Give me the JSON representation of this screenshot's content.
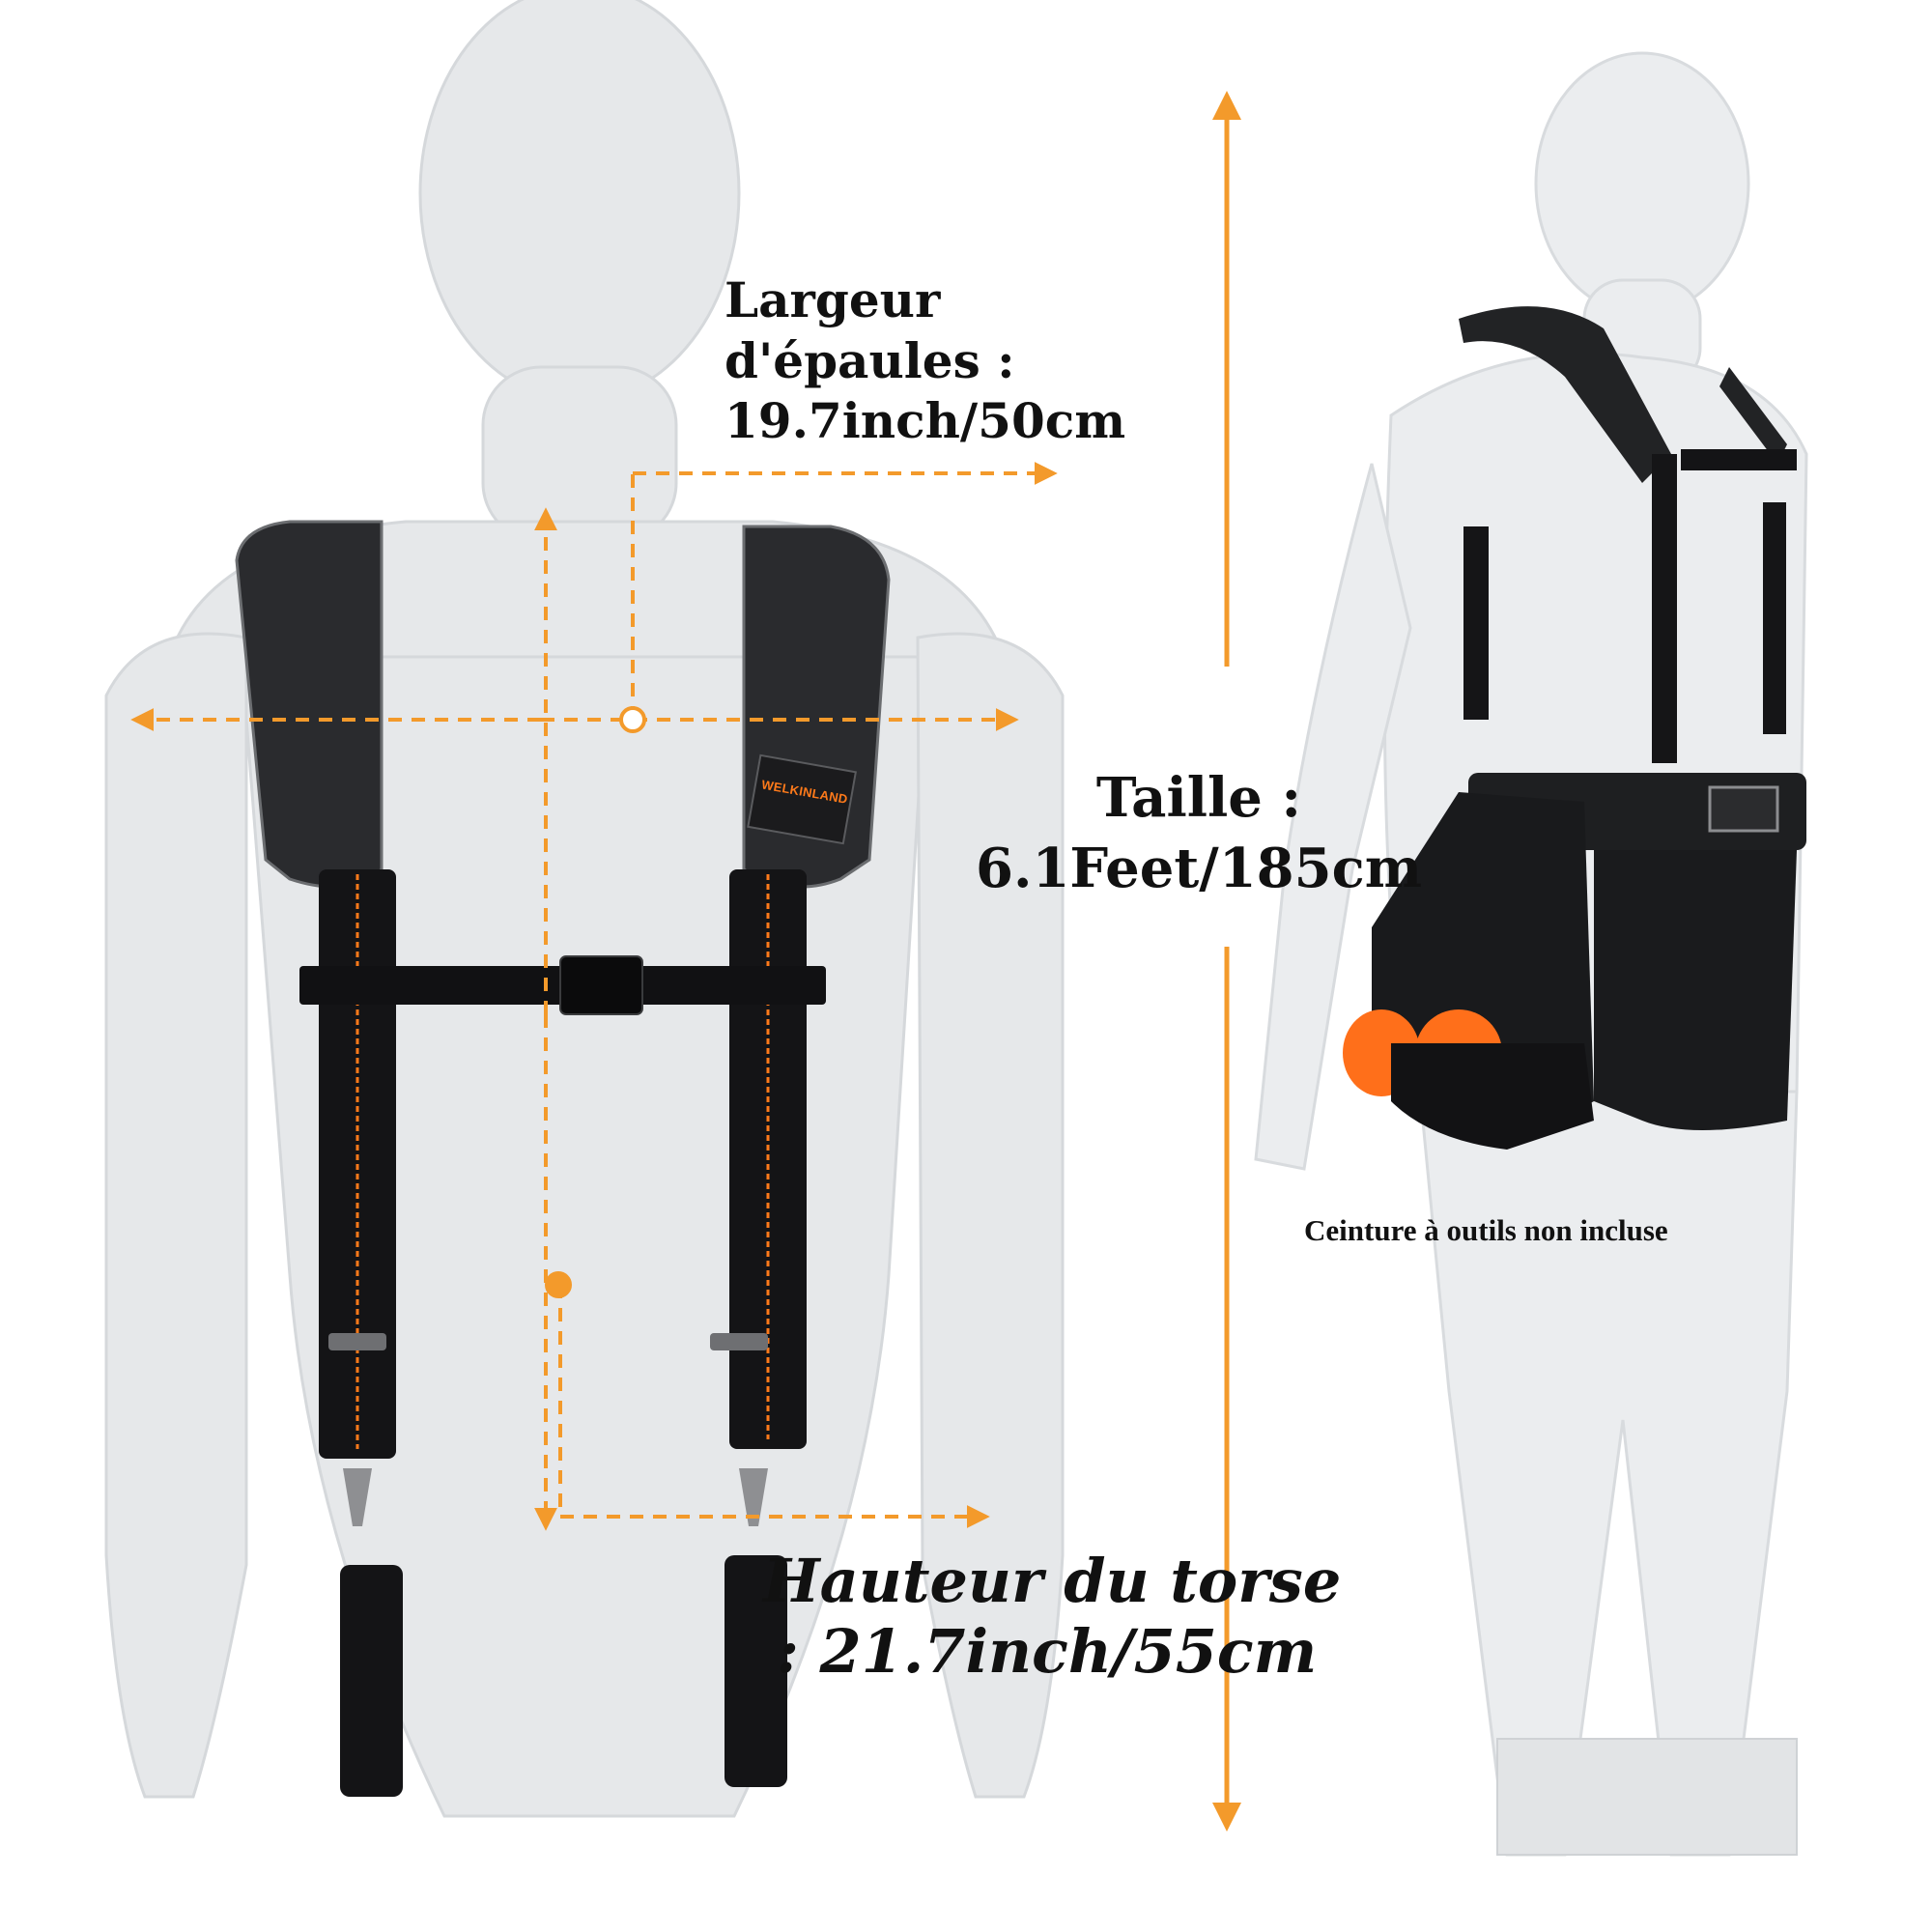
{
  "measurements": {
    "shoulder_width": {
      "line1": "Largeur",
      "line2": "d'épaules :",
      "line3": "19.7inch/50cm"
    },
    "height": {
      "line1": "Taille :",
      "line2": "6.1Feet/185cm"
    },
    "torso_height": {
      "line1": "Hauteur du torse",
      "line2": ": 21.7inch/55cm"
    }
  },
  "note": "Ceinture à outils non incluse",
  "brand": "WELKINLAND",
  "colors": {
    "accent": "#f39a2b",
    "strap": "#1c1c1e",
    "mannequin": "#e6e8ea",
    "pocket_lining": "#ff6f1a"
  }
}
